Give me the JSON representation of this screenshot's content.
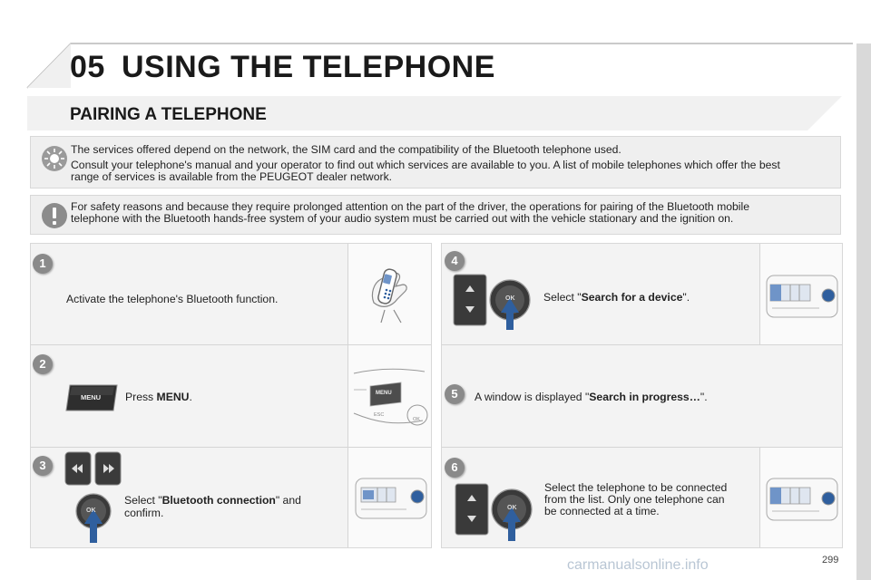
{
  "header": {
    "chapter_number": "05",
    "chapter_title": "USING THE TELEPHONE"
  },
  "section": {
    "title": "PAIRING A TELEPHONE"
  },
  "info_note": {
    "line1": "The services offered depend on the network, the SIM card and the compatibility of the Bluetooth telephone used.",
    "line2": "Consult your telephone's manual and your operator to find out which services are available to you. A list of mobile telephones which offer the best",
    "line3": "range of services is available from the PEUGEOT dealer network."
  },
  "warning_note": {
    "line1": "For safety reasons and because they require prolonged attention on the part of the driver, the operations for pairing of the Bluetooth mobile",
    "line2": "telephone with the Bluetooth hands-free system of your audio system must be carried out with the vehicle stationary and the ignition on."
  },
  "steps": [
    {
      "number": "1",
      "text": "Activate the telephone's Bluetooth function."
    },
    {
      "number": "2",
      "before": "Press ",
      "bold": "MENU",
      "after": ".",
      "key_label": "MENU"
    },
    {
      "number": "3",
      "before": "Select \"",
      "bold": "Bluetooth connection",
      "after": "\" and",
      "line2": "confirm.",
      "ok_label": "OK"
    },
    {
      "number": "4",
      "before": "Select \"",
      "bold": "Search for a device",
      "after": "\".",
      "ok_label": "OK"
    },
    {
      "number": "5",
      "before": "A window is displayed \"",
      "bold": "Search in progress…",
      "after": "\"."
    },
    {
      "number": "6",
      "line1": "Select the telephone to be connected",
      "line2": "from the list. Only one telephone can",
      "line3": "be connected at a time.",
      "ok_label": "OK"
    }
  ],
  "dash_labels": {
    "menu": "MENU",
    "esc": "ESC",
    "ok": "OK"
  },
  "page_number": "299",
  "watermark": "carmanualsonline.info",
  "colors": {
    "panel": "#efefef",
    "step_badge": "#8a8a8a",
    "arrow": "#2f5f9e"
  }
}
